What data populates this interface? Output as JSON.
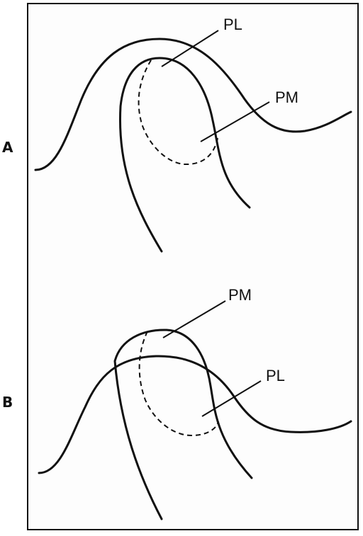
{
  "panels": [
    {
      "label": "A",
      "callouts": {
        "upper": "PL",
        "lower": "PM"
      }
    },
    {
      "label": "B",
      "callouts": {
        "upper": "PM",
        "lower": "PL"
      }
    }
  ]
}
